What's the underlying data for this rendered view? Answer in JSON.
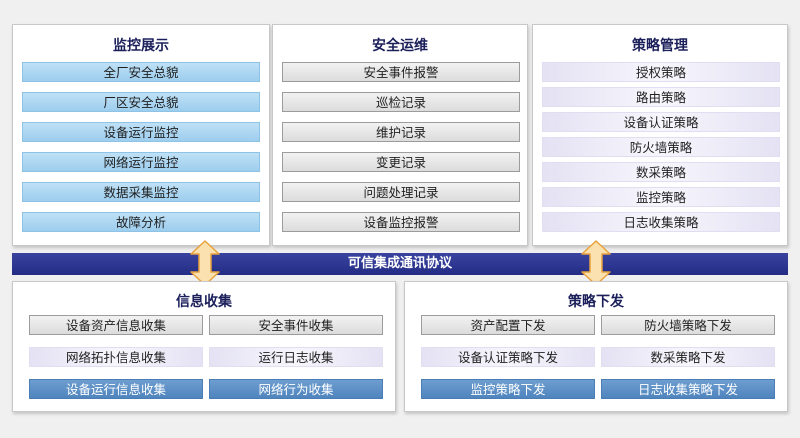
{
  "panels": {
    "monitor": {
      "title": "监控展示",
      "items": [
        "全厂安全总貌",
        "厂区安全总貌",
        "设备运行监控",
        "网络运行监控",
        "数据采集监控",
        "故障分析"
      ]
    },
    "ops": {
      "title": "安全运维",
      "items": [
        "安全事件报警",
        "巡检记录",
        "维护记录",
        "变更记录",
        "问题处理记录",
        "设备监控报警"
      ]
    },
    "policy": {
      "title": "策略管理",
      "items": [
        "授权策略",
        "路由策略",
        "设备认证策略",
        "防火墙策略",
        "数采策略",
        "监控策略",
        "日志收集策略"
      ]
    },
    "collect": {
      "title": "信息收集",
      "items": [
        "设备资产信息收集",
        "安全事件收集",
        "网络拓扑信息收集",
        "运行日志收集",
        "设备运行信息收集",
        "网络行为收集"
      ]
    },
    "dispatch": {
      "title": "策略下发",
      "items": [
        "资产配置下发",
        "防火墙策略下发",
        "设备认证策略下发",
        "数采策略下发",
        "监控策略下发",
        "日志收集策略下发"
      ]
    }
  },
  "protocol_bar": "可信集成通讯协议",
  "colors": {
    "title_text": "#1b1f5a",
    "protocol_bar": "#2a3290",
    "arrow_fill": "#fbe1b0",
    "arrow_stroke": "#e8a23c"
  }
}
